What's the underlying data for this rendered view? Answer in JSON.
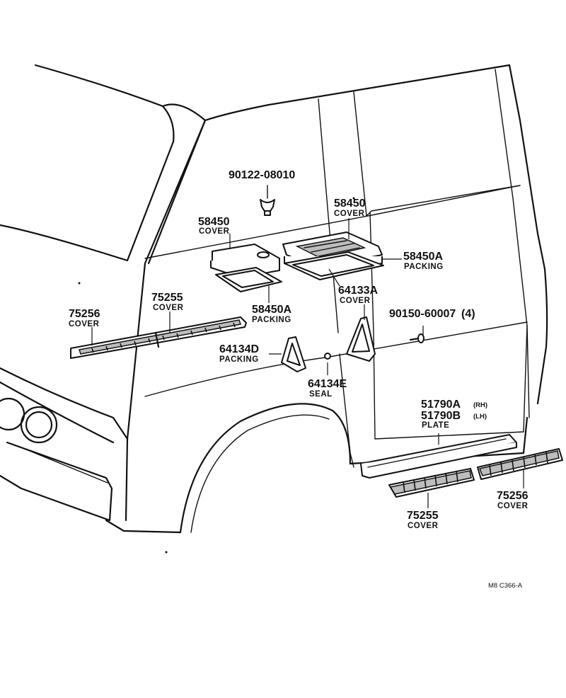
{
  "callouts": {
    "wing_bolt": {
      "part_no": "90122-08010"
    },
    "roof_cover_right": {
      "part_no": "58450",
      "name": "COVER"
    },
    "roof_cover_left": {
      "part_no": "58450",
      "name": "COVER"
    },
    "packing_right": {
      "part_no": "58450A",
      "name": "PACKING"
    },
    "packing_left": {
      "part_no": "58450A",
      "name": "PACKING"
    },
    "handle_cover": {
      "part_no": "64133A",
      "name": "COVER"
    },
    "screw": {
      "part_no": "90150-60007",
      "qty": "(4)"
    },
    "cover_upper_left": {
      "part_no": "75256",
      "name": "COVER"
    },
    "cover_upper_mid": {
      "part_no": "75255",
      "name": "COVER"
    },
    "handle_packing": {
      "part_no": "64134D",
      "name": "PACKING"
    },
    "seal": {
      "part_no": "64134E",
      "name": "SEAL"
    },
    "plate": {
      "part_no_rh": "51790A",
      "side_rh": "(RH)",
      "part_no_lh": "51790B",
      "side_lh": "(LH)",
      "name": "PLATE"
    },
    "step_cover_right": {
      "part_no": "75256",
      "name": "COVER"
    },
    "step_cover_left": {
      "part_no": "75255",
      "name": "COVER"
    }
  },
  "figure_ref": "M8  C366-A"
}
